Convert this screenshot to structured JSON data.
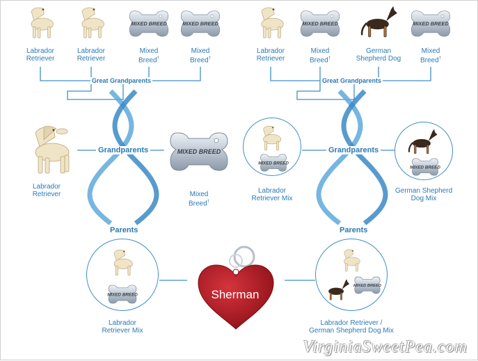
{
  "left": {
    "great_grandparents": [
      {
        "label": "Labrador\nRetriever",
        "type": "labrador"
      },
      {
        "label": "Labrador\nRetriever",
        "type": "labrador"
      },
      {
        "label": "Mixed\nBreed",
        "type": "mixed",
        "note": "†"
      },
      {
        "label": "Mixed\nBreed",
        "type": "mixed",
        "note": "†"
      }
    ],
    "great_grandparents_title": "Great Grandparents",
    "grandparents_title": "Grandparents",
    "grandparent_left": "Labrador\nRetriever",
    "grandparent_right": "Mixed\nBreed",
    "grandparent_right_note": "†"
  },
  "right": {
    "great_grandparents": [
      {
        "label": "Labrador\nRetriever",
        "type": "labrador"
      },
      {
        "label": "Mixed\nBreed",
        "type": "mixed",
        "note": "†"
      },
      {
        "label": "German\nShepherd Dog",
        "type": "shepherd"
      },
      {
        "label": "Mixed\nBreed",
        "type": "mixed",
        "note": "†"
      }
    ],
    "great_grandparents_title": "Great Grandparents",
    "grandparents_title": "Grandparents",
    "grandparent_left": "Labrador\nRetriever Mix",
    "grandparent_right": "German Shepherd\nDog Mix"
  },
  "parents": {
    "title": "Parents",
    "left_label": "Labrador\nRetriever Mix",
    "right_label": "Labrador Retriever /\nGerman Shepherd Dog Mix"
  },
  "tag_text": "MIXED BREED",
  "dog_name": "Sherman",
  "watermark": "VirginiaSweetPea.com",
  "colors": {
    "accent": "#2c79b4",
    "line": "#3d8fca",
    "tag_fill": "#c9d2dc",
    "name_tag": "#c0202a",
    "labrador": "#efe4c6",
    "shepherd": "#3b2a1c"
  }
}
